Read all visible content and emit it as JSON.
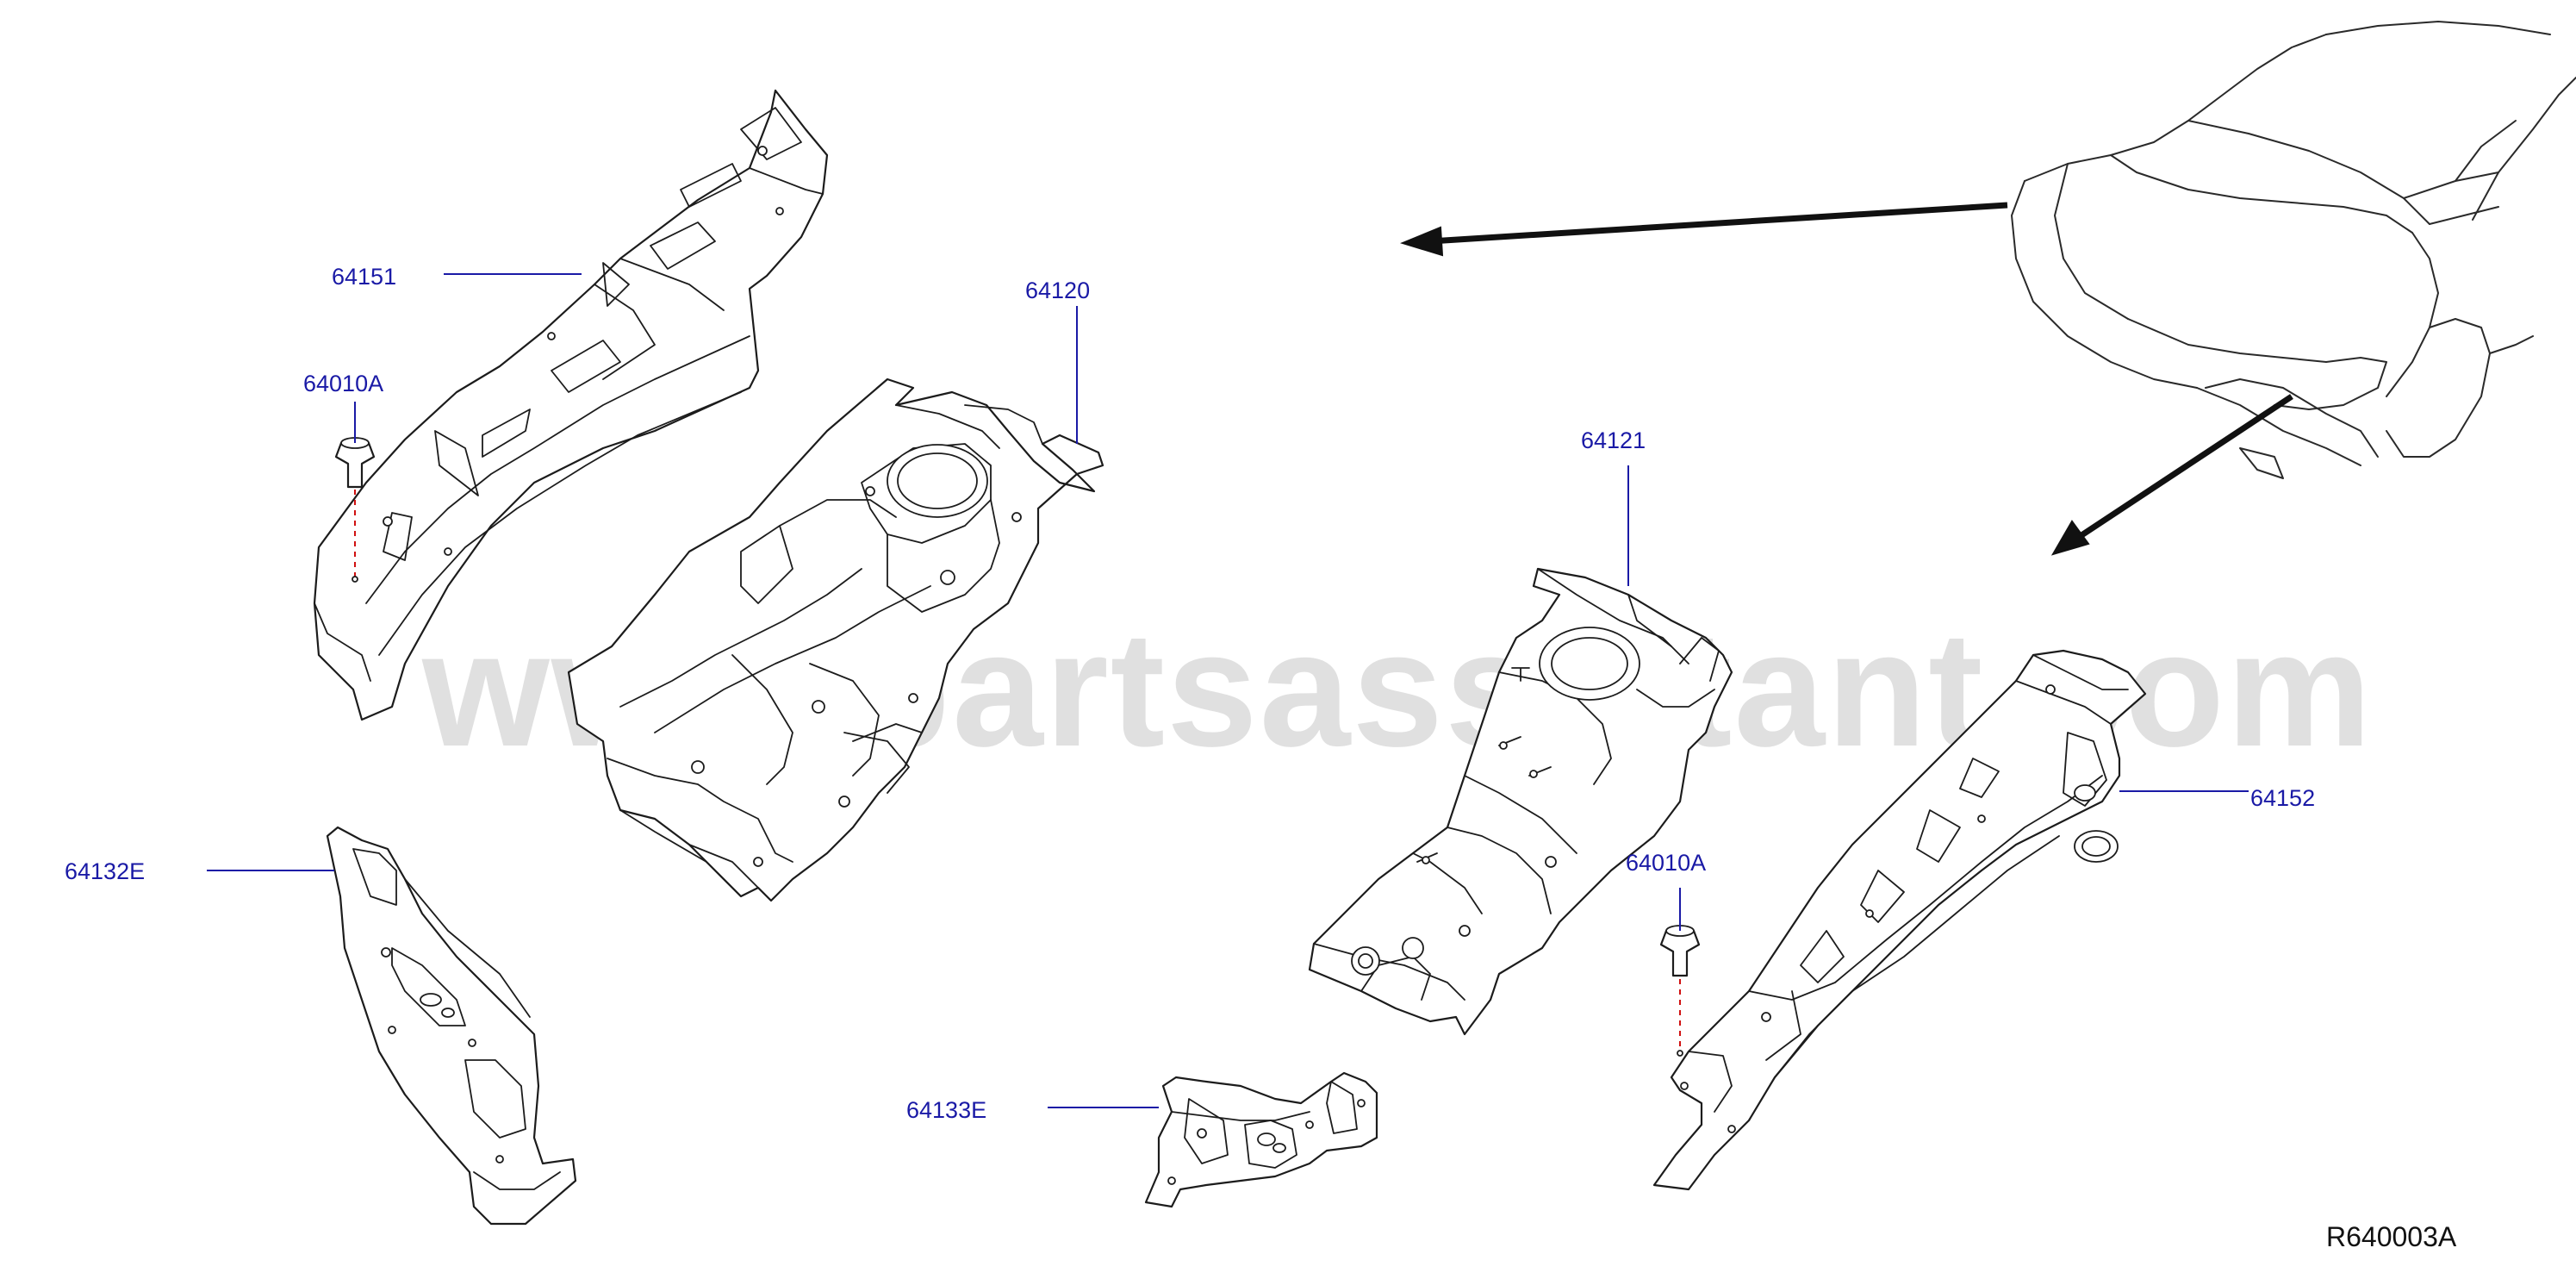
{
  "diagram": {
    "labels": {
      "p64151": "64151",
      "p64010A_left": "64010A",
      "p64120": "64120",
      "p64121": "64121",
      "p64152": "64152",
      "p64010A_right": "64010A",
      "p64132E": "64132E",
      "p64133E": "64133E"
    },
    "watermark": "www.partsassistant.com",
    "reference_code": "R640003A",
    "colors": {
      "label_blue": "#1a1aa6",
      "line_black": "#1c1c1c",
      "fastener_red": "#d01010",
      "watermark_gray": "#c8c8c8"
    }
  }
}
